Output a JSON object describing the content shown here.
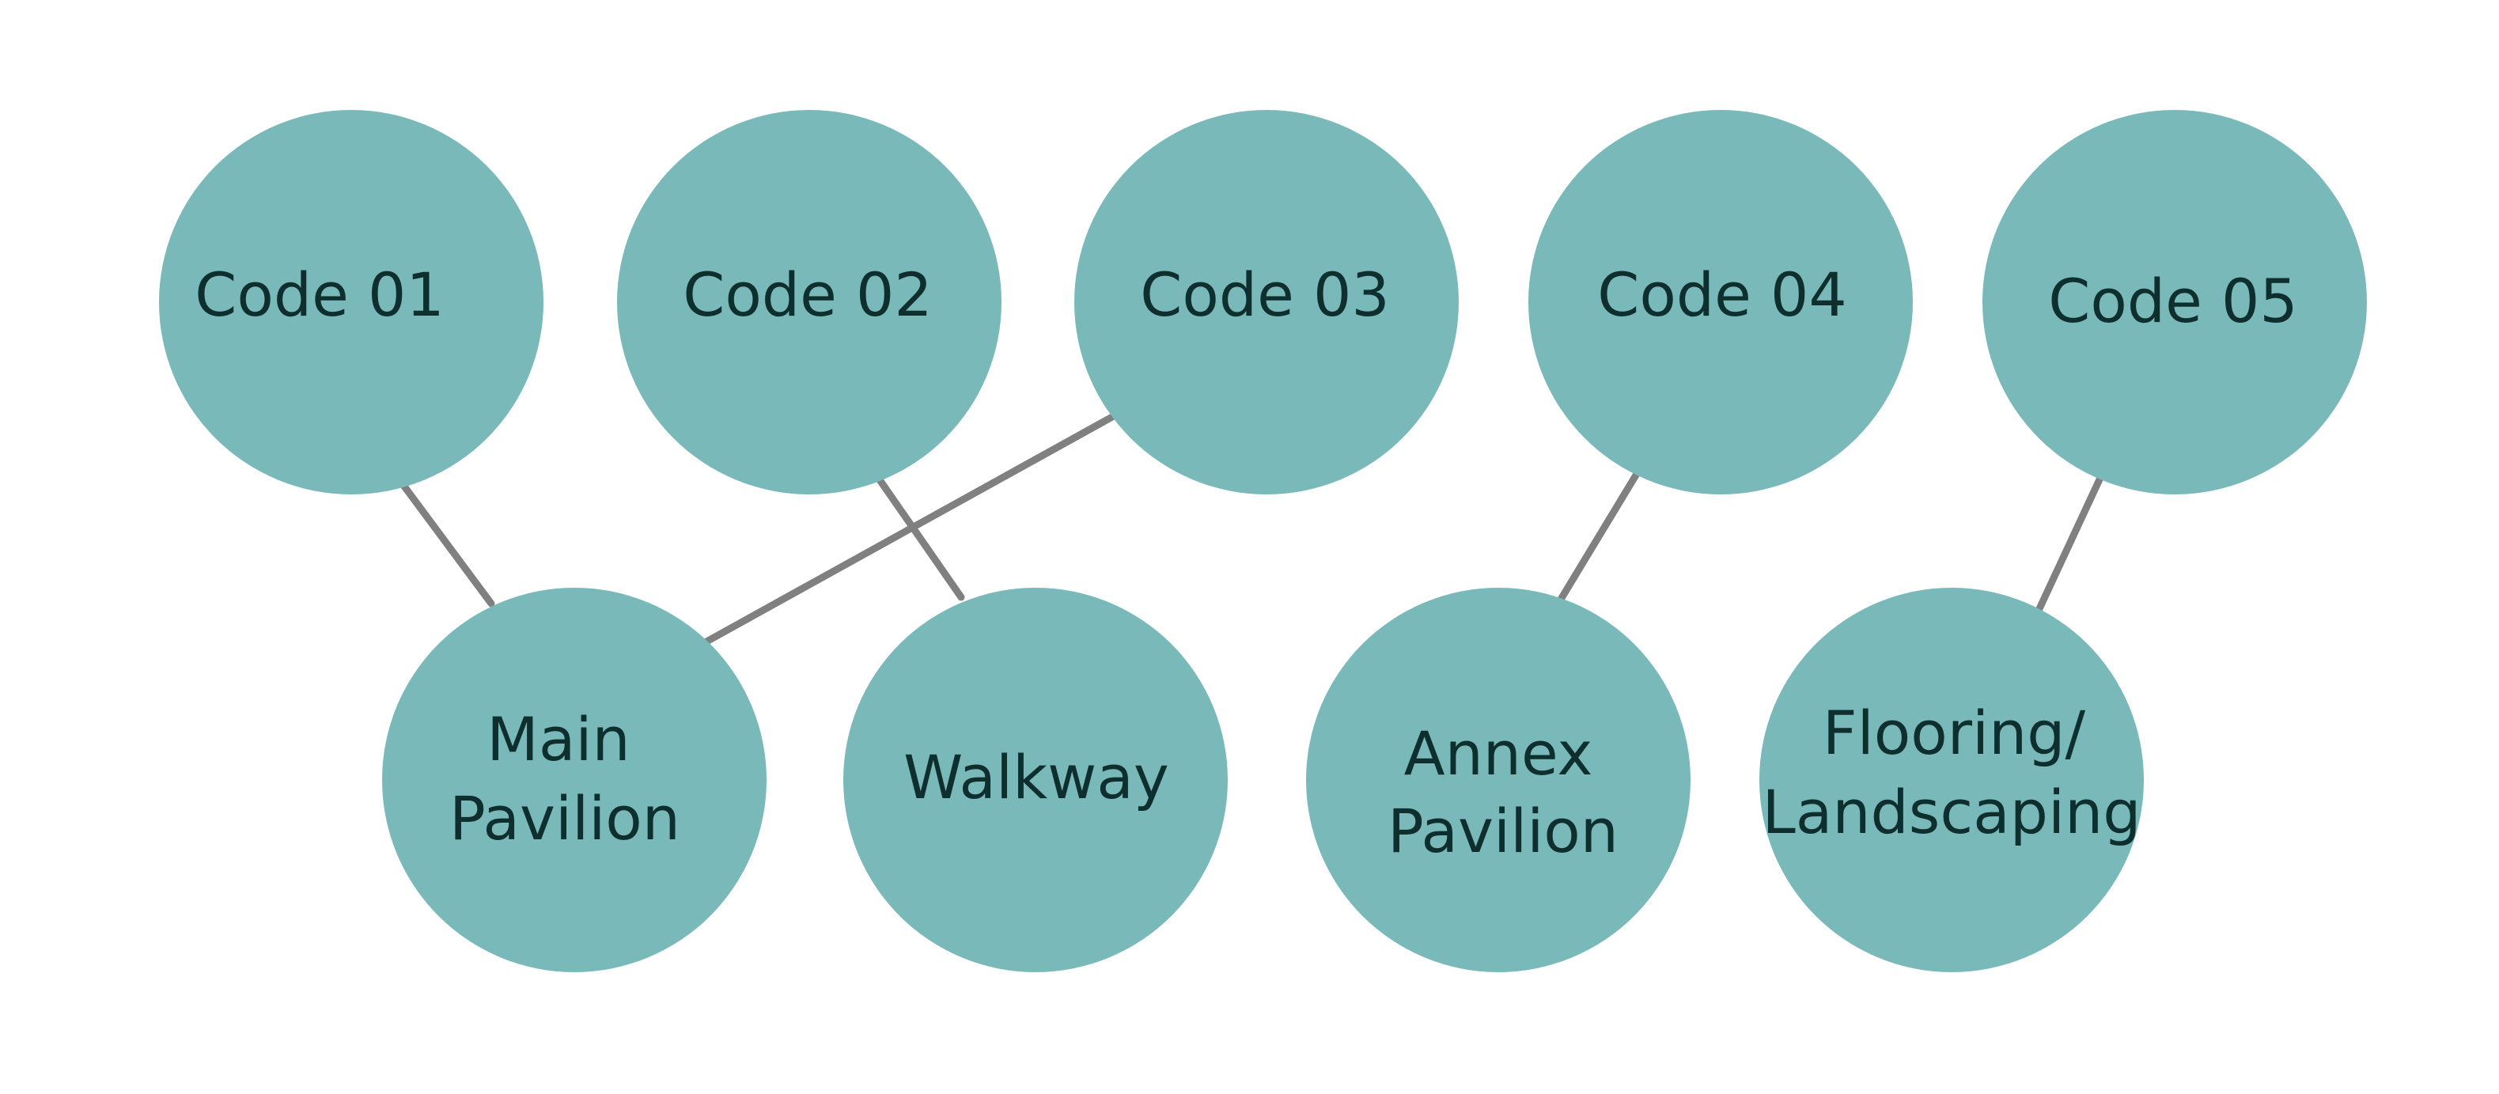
{
  "colors": {
    "background": "#ffffff",
    "node_fill": "#7ab9b9",
    "connector": "#808080",
    "label_text": "#0f2e2e"
  },
  "codes": [
    {
      "id": "code-01",
      "label": "Code 01"
    },
    {
      "id": "code-02",
      "label": "Code 02"
    },
    {
      "id": "code-03",
      "label": "Code 03"
    },
    {
      "id": "code-04",
      "label": "Code 04"
    },
    {
      "id": "code-05",
      "label": "Code 05"
    }
  ],
  "areas": [
    {
      "id": "main-pavilion",
      "lines": [
        "Main",
        "Pavilion"
      ]
    },
    {
      "id": "walkway",
      "lines": [
        "Walkway"
      ]
    },
    {
      "id": "annex-pavilion",
      "lines": [
        "Annex",
        "Pavilion"
      ]
    },
    {
      "id": "flooring-landscaping",
      "lines": [
        "Flooring/",
        "Landscaping"
      ]
    }
  ],
  "links": [
    {
      "from": "code-01",
      "to": "main-pavilion"
    },
    {
      "from": "code-02",
      "to": "walkway"
    },
    {
      "from": "code-03",
      "to": "main-pavilion"
    },
    {
      "from": "code-04",
      "to": "annex-pavilion"
    },
    {
      "from": "code-05",
      "to": "flooring-landscaping"
    }
  ]
}
